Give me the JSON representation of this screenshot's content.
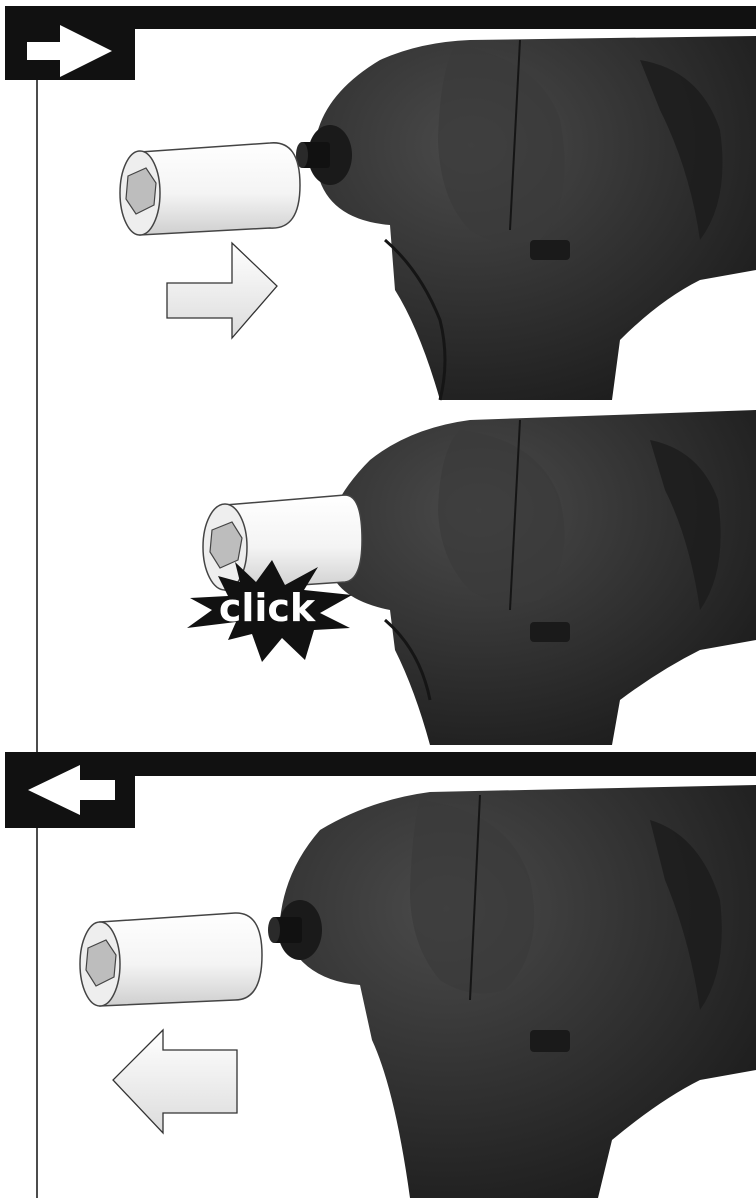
{
  "sections": [
    {
      "direction": "install",
      "arrow_icon": "arrow-right-icon"
    },
    {
      "direction": "remove",
      "arrow_icon": "arrow-left-icon"
    }
  ],
  "callout": {
    "text": "click"
  },
  "colors": {
    "tool_body": "#2b2b2b",
    "tool_dark": "#1a1a1a",
    "tool_highlight": "#4a4a4a",
    "socket": "#ffffff",
    "socket_shade": "#d8d8d8",
    "header_bar": "#111111",
    "motion_arrow_fill": "#f2f2f2"
  }
}
